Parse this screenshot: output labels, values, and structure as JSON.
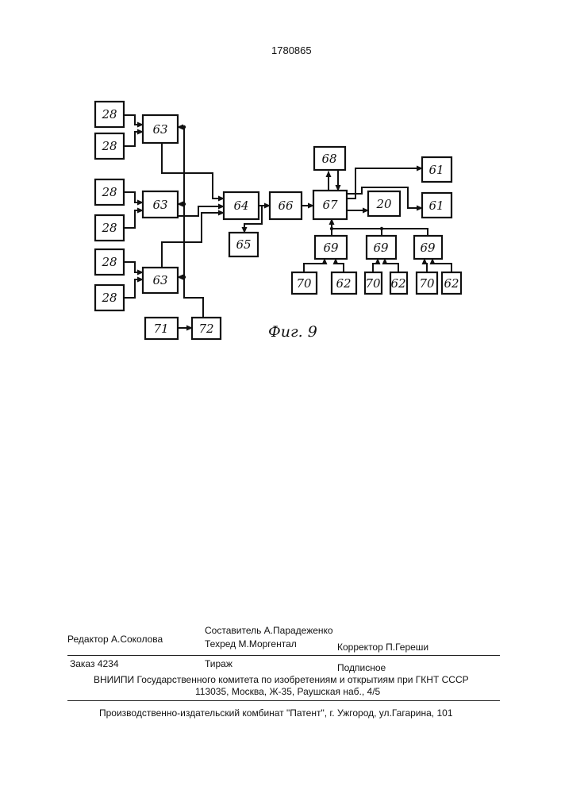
{
  "page": {
    "patent_number": "1780865"
  },
  "figure": {
    "caption": "Фиг. 9",
    "blocks": [
      {
        "id": "b28a",
        "label": "28"
      },
      {
        "id": "b28b",
        "label": "28"
      },
      {
        "id": "b28c",
        "label": "28"
      },
      {
        "id": "b28d",
        "label": "28"
      },
      {
        "id": "b28e",
        "label": "28"
      },
      {
        "id": "b28f",
        "label": "28"
      },
      {
        "id": "b63a",
        "label": "63"
      },
      {
        "id": "b63b",
        "label": "63"
      },
      {
        "id": "b63c",
        "label": "63"
      },
      {
        "id": "b71",
        "label": "71"
      },
      {
        "id": "b72",
        "label": "72"
      },
      {
        "id": "b64",
        "label": "64"
      },
      {
        "id": "b65",
        "label": "65"
      },
      {
        "id": "b66",
        "label": "66"
      },
      {
        "id": "b67",
        "label": "67"
      },
      {
        "id": "b68",
        "label": "68"
      },
      {
        "id": "b20",
        "label": "20"
      },
      {
        "id": "b61a",
        "label": "61"
      },
      {
        "id": "b61b",
        "label": "61"
      },
      {
        "id": "b69a",
        "label": "69"
      },
      {
        "id": "b69b",
        "label": "69"
      },
      {
        "id": "b69c",
        "label": "69"
      },
      {
        "id": "b70a",
        "label": "70"
      },
      {
        "id": "b62a",
        "label": "62"
      },
      {
        "id": "b70b",
        "label": "70"
      },
      {
        "id": "b62b",
        "label": "62"
      },
      {
        "id": "b70c",
        "label": "70"
      },
      {
        "id": "b62c",
        "label": "62"
      }
    ]
  },
  "imprint": {
    "editor": "Редактор  А.Соколова",
    "compiler": "Составитель  А.Парадеженко",
    "techred": "Техред М.Моргентал",
    "corrector": "Корректор  П.Гереши",
    "order": "Заказ  4234",
    "circulation": "Тираж",
    "subscription": "Подписное",
    "institute": "ВНИИПИ Государственного комитета по изобретениям и открытиям при ГКНТ СССР",
    "address": "113035, Москва, Ж-35, Раушская наб., 4/5",
    "publisher": "Производственно-издательский комбинат \"Патент\", г. Ужгород, ул.Гагарина, 101"
  }
}
